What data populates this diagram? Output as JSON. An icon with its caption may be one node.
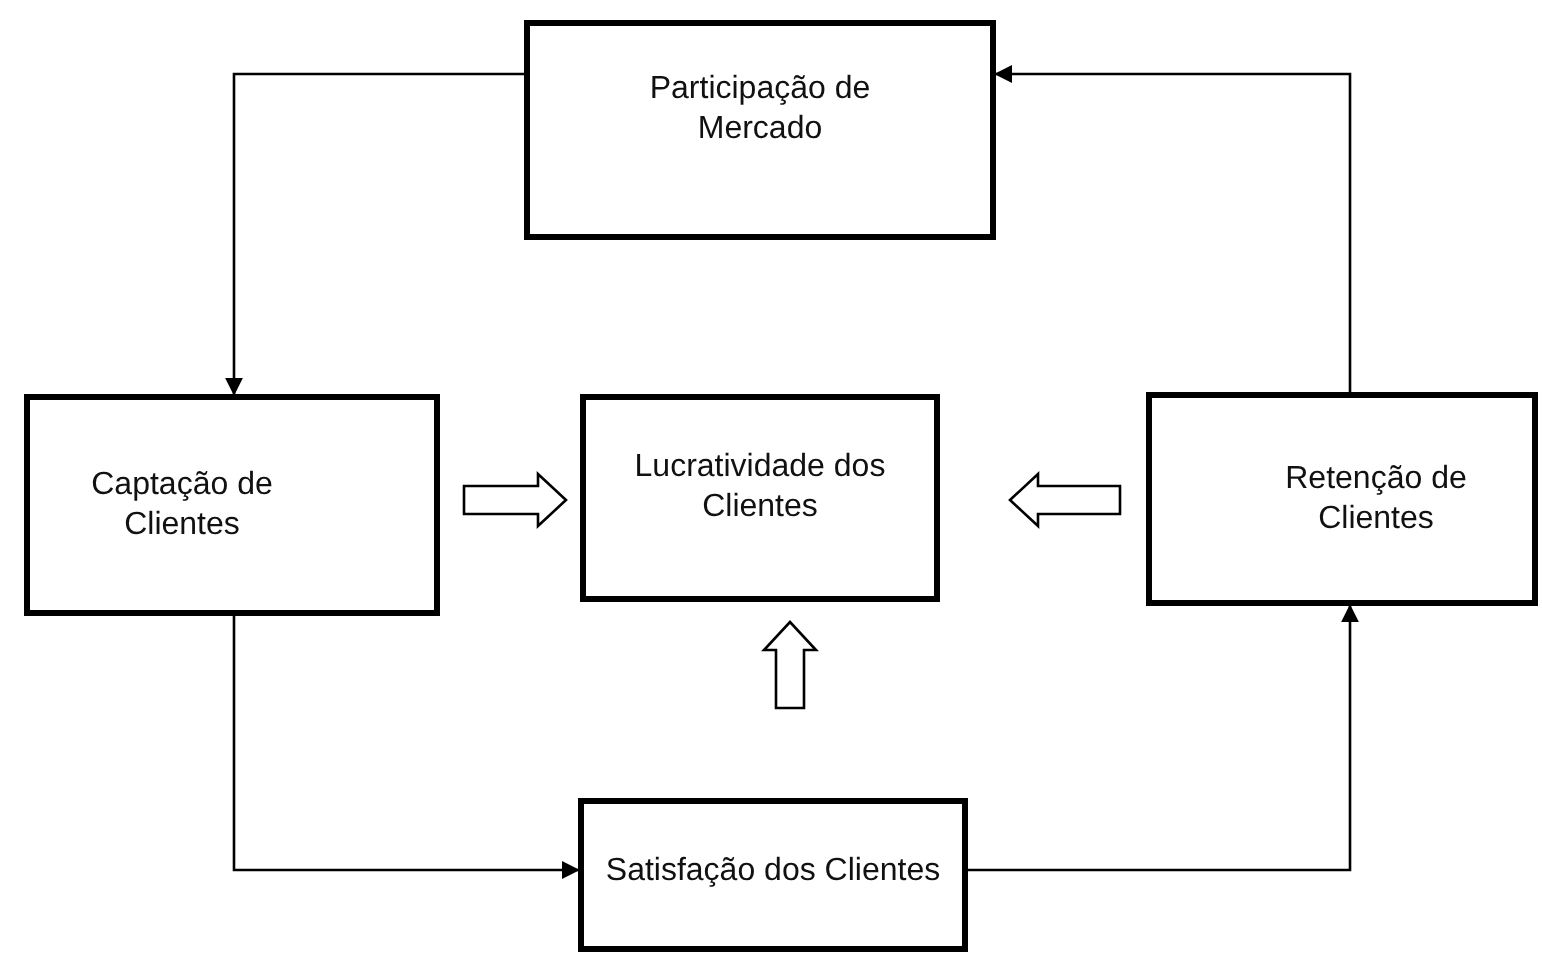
{
  "diagram": {
    "nodes": [
      {
        "text": [
          "Participação de Mercado"
        ]
      },
      {
        "text": [
          "Captação de Clientes"
        ]
      },
      {
        "text": [
          "Lucratividade dos Clientes"
        ]
      },
      {
        "text": [
          "Retenção de Clientes"
        ]
      },
      {
        "text": [
          "Satisfação dos Clientes"
        ]
      }
    ],
    "edges": [
      {
        "from": 0,
        "to": 1,
        "arrow": "to"
      },
      {
        "from": 1,
        "to": 4,
        "arrow": "to"
      },
      {
        "from": 4,
        "to": 3,
        "arrow": "to"
      },
      {
        "from": 3,
        "to": 0,
        "arrow": "to"
      },
      {
        "from": 1,
        "to": 2,
        "arrow": "to",
        "style": "thick"
      },
      {
        "from": 3,
        "to": 2,
        "arrow": "to",
        "style": "thick"
      },
      {
        "from": 4,
        "to": 2,
        "arrow": "to",
        "style": "thick"
      }
    ]
  }
}
